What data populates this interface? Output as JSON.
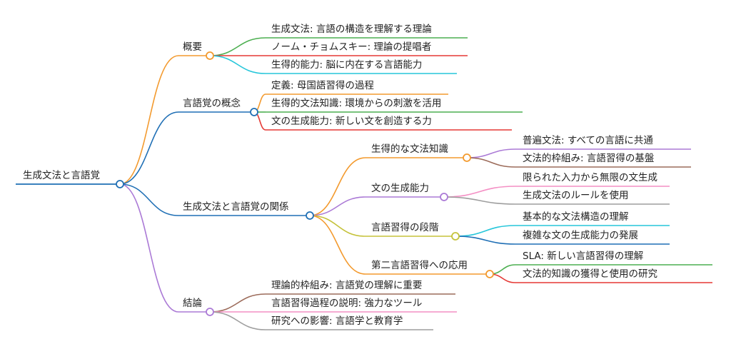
{
  "root": {
    "label": "生成文法と言語覚",
    "color": "#1f6fb5"
  },
  "branches": [
    {
      "label": "概要",
      "color": "#f39a2e",
      "children": [
        {
          "label": "生成文法: 言語の構造を理解する理論",
          "color": "#4caf50"
        },
        {
          "label": "ノーム・チョムスキー: 理論の提唱者",
          "color": "#e53935"
        },
        {
          "label": "生得的能力: 脳に内在する言語能力",
          "color": "#26c6da"
        }
      ]
    },
    {
      "label": "言語覚の概念",
      "color": "#1f6fb5",
      "children": [
        {
          "label": "定義: 母国語習得の過程",
          "color": "#f39a2e"
        },
        {
          "label": "生得的文法知識: 環境からの刺激を活用",
          "color": "#4caf50"
        },
        {
          "label": "文の生成能力: 新しい文を創造する力",
          "color": "#e53935"
        }
      ]
    },
    {
      "label": "生成文法と言語覚の関係",
      "color": "#1f6fb5",
      "children": [
        {
          "label": "生得的な文法知識",
          "color": "#f39a2e",
          "children": [
            {
              "label": "普遍文法: すべての言語に共通",
              "color": "#ab7ad6"
            },
            {
              "label": "文法的枠組み: 言語習得の基盤",
              "color": "#9c6b5a"
            }
          ]
        },
        {
          "label": "文の生成能力",
          "color": "#ab7ad6",
          "children": [
            {
              "label": "限られた入力から無限の文生成",
              "color": "#f48fc4"
            },
            {
              "label": "生成文法のルールを使用",
              "color": "#9e9e9e"
            }
          ]
        },
        {
          "label": "言語習得の段階",
          "color": "#c5c23a",
          "children": [
            {
              "label": "基本的な文法構造の理解",
              "color": "#26c6da"
            },
            {
              "label": "複雑な文の生成能力の発展",
              "color": "#1f6fb5"
            }
          ]
        },
        {
          "label": "第二言語習得への応用",
          "color": "#f39a2e",
          "children": [
            {
              "label": "SLA: 新しい言語習得の理解",
              "color": "#4caf50"
            },
            {
              "label": "文法的知識の獲得と使用の研究",
              "color": "#e53935"
            }
          ]
        }
      ]
    },
    {
      "label": "結論",
      "color": "#ab7ad6",
      "children": [
        {
          "label": "理論的枠組み: 言語覚の理解に重要",
          "color": "#9c6b5a"
        },
        {
          "label": "言語習得過程の説明: 強力なツール",
          "color": "#f48fc4"
        },
        {
          "label": "研究への影響: 言語学と教育学",
          "color": "#9e9e9e"
        }
      ]
    }
  ]
}
